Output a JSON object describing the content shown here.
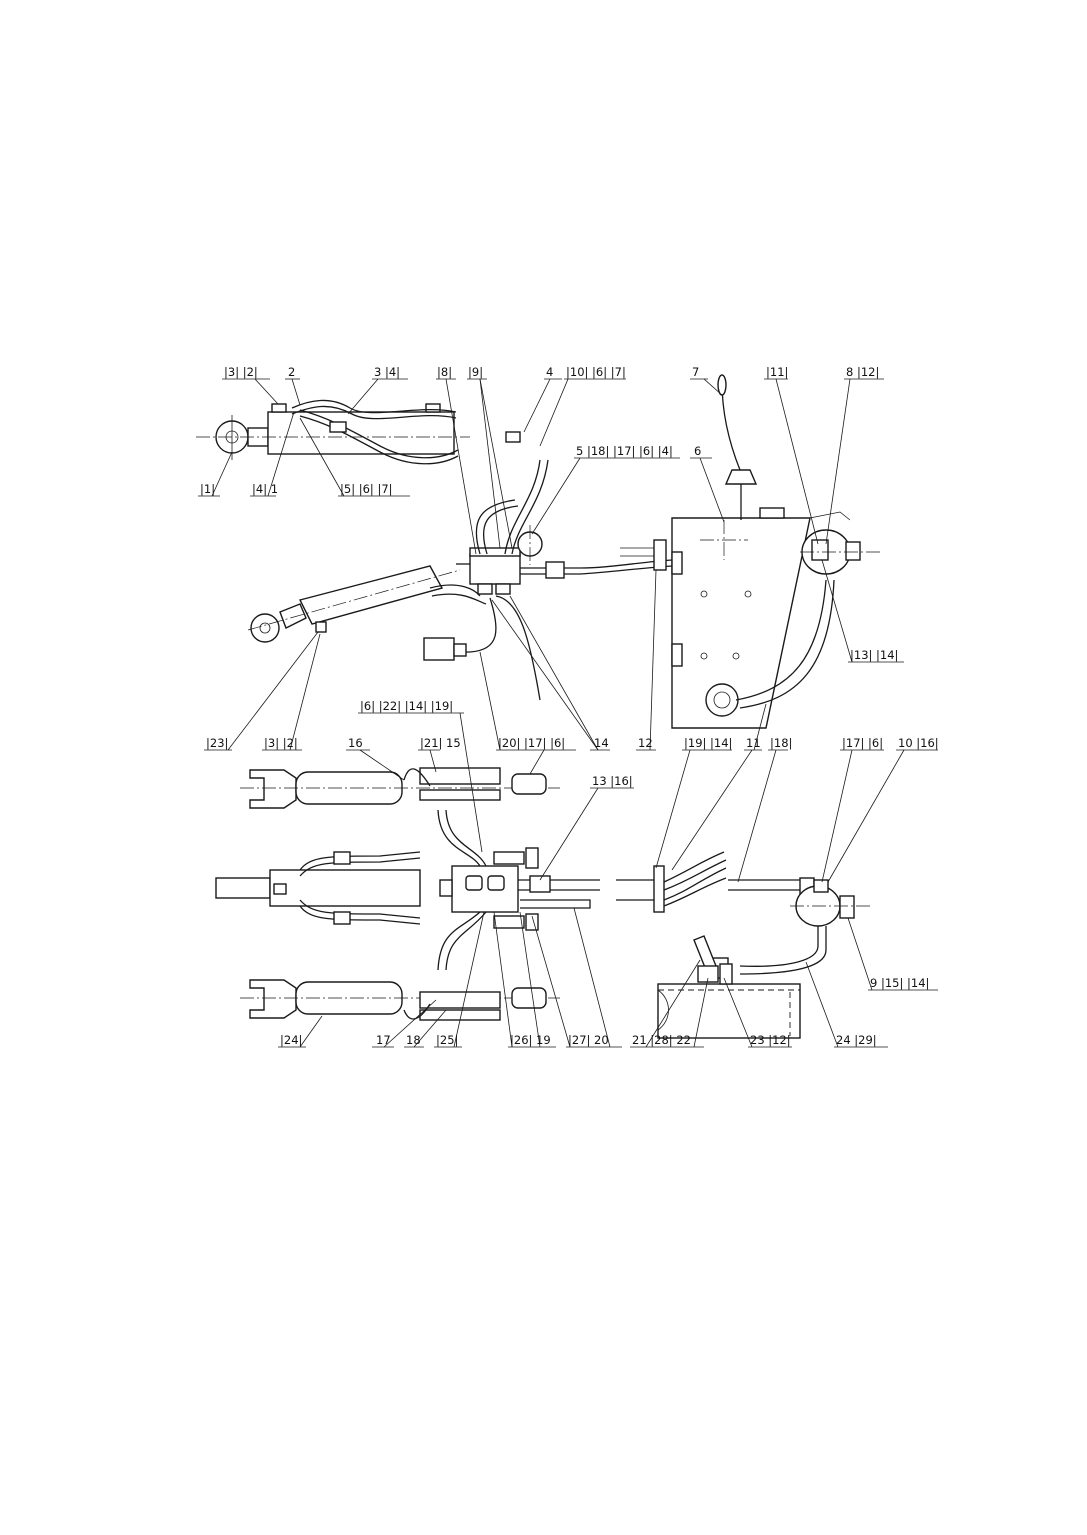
{
  "drawing": {
    "callouts": [
      {
        "id": "c01",
        "label": "|3|  |2|"
      },
      {
        "id": "c02",
        "label": "2"
      },
      {
        "id": "c03",
        "label": "3  |4|"
      },
      {
        "id": "c04",
        "label": "|8|"
      },
      {
        "id": "c05",
        "label": "|9|"
      },
      {
        "id": "c06",
        "label": "4"
      },
      {
        "id": "c07",
        "label": "|10|  |6|  |7|"
      },
      {
        "id": "c08",
        "label": "7"
      },
      {
        "id": "c09",
        "label": "|11|"
      },
      {
        "id": "c10",
        "label": "8  |12|"
      },
      {
        "id": "c11",
        "label": "|1|"
      },
      {
        "id": "c12",
        "label": "|4|  1"
      },
      {
        "id": "c13",
        "label": "|5|  |6|  |7|"
      },
      {
        "id": "c14",
        "label": "5  |18|  |17|  |6|  |4|"
      },
      {
        "id": "c15",
        "label": "6"
      },
      {
        "id": "c16",
        "label": "|13|  |14|"
      },
      {
        "id": "c17",
        "label": "|6|  |22|  |14|  |19|"
      },
      {
        "id": "c18",
        "label": "|23|"
      },
      {
        "id": "c19",
        "label": "|3|  |2|"
      },
      {
        "id": "c20",
        "label": "|20|  |17|  |6|"
      },
      {
        "id": "c21",
        "label": "14"
      },
      {
        "id": "c22",
        "label": "12"
      },
      {
        "id": "c23",
        "label": "|19|  |14|"
      },
      {
        "id": "c24",
        "label": "11"
      },
      {
        "id": "c25",
        "label": "|18|"
      },
      {
        "id": "c26",
        "label": "|17|  |6|"
      },
      {
        "id": "c27",
        "label": "10  |16|"
      },
      {
        "id": "c28",
        "label": "16"
      },
      {
        "id": "c29",
        "label": "|21|  15"
      },
      {
        "id": "c30",
        "label": "13  |16|"
      },
      {
        "id": "c31",
        "label": "9  |15|  |14|"
      },
      {
        "id": "c32",
        "label": "|24|"
      },
      {
        "id": "c33",
        "label": "17"
      },
      {
        "id": "c34",
        "label": "18"
      },
      {
        "id": "c35",
        "label": "|25|"
      },
      {
        "id": "c36",
        "label": "|26|  19"
      },
      {
        "id": "c37",
        "label": "|27|  20"
      },
      {
        "id": "c38",
        "label": "21  |28|  22"
      },
      {
        "id": "c39",
        "label": "23  |12|"
      },
      {
        "id": "c40",
        "label": "24  |29|"
      }
    ]
  }
}
